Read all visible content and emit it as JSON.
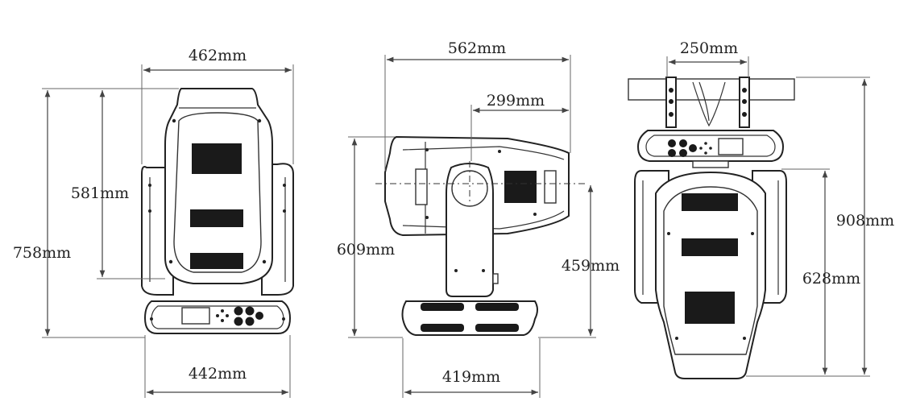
{
  "views": {
    "front": {
      "top_width": "462mm",
      "base_width": "442mm",
      "total_height": "758mm",
      "head_height": "581mm"
    },
    "side": {
      "total_length": "562mm",
      "pivot_offset": "299mm",
      "total_height": "609mm",
      "pivot_height": "459mm",
      "base_length": "419mm"
    },
    "rear": {
      "clamp_spacing": "250mm",
      "total_height": "908mm",
      "head_height": "628mm"
    }
  }
}
